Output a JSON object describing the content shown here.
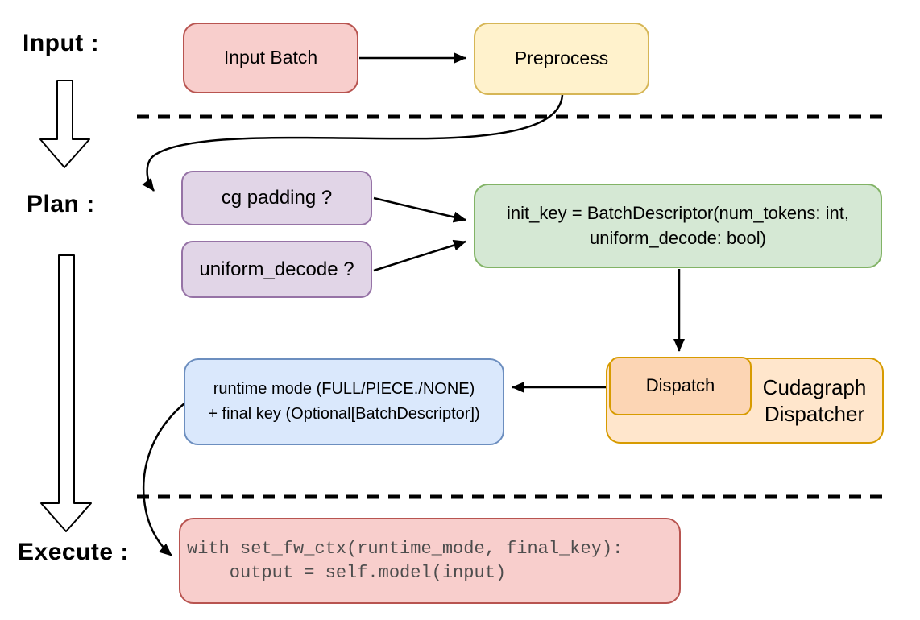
{
  "labels": {
    "input": "Input :",
    "plan": "Plan :",
    "execute": "Execute :"
  },
  "nodes": {
    "input_batch": {
      "label": "Input Batch",
      "fill": "#f8cecc",
      "border": "#b85450"
    },
    "preprocess": {
      "label": "Preprocess",
      "fill": "#fff2cc",
      "border": "#d6b656"
    },
    "cg_padding": {
      "label": "cg padding ?",
      "fill": "#e1d5e7",
      "border": "#9673a6"
    },
    "uniform_decode": {
      "label": "uniform_decode ?",
      "fill": "#e1d5e7",
      "border": "#9673a6"
    },
    "init_key": {
      "line1": "init_key = BatchDescriptor(num_tokens: int,",
      "line2": "uniform_decode: bool)",
      "fill": "#d5e8d4",
      "border": "#82b366"
    },
    "dispatch": {
      "label": "Dispatch",
      "fill": "#fcd5b4",
      "border": "#d79b00"
    },
    "cudagraph_dispatcher": {
      "line1": "Cudagraph",
      "line2": "Dispatcher",
      "fill": "#ffe6cc",
      "border": "#d79b00"
    },
    "runtime_final": {
      "line1": "runtime mode (FULL/PIECE./NONE)",
      "line2": "+ final key (Optional[BatchDescriptor])",
      "fill": "#dae8fc",
      "border": "#6c8ebf"
    },
    "execute_code": {
      "line1": "with set_fw_ctx(runtime_mode, final_key):",
      "line2": "    output = self.model(input)",
      "fill": "#f8cecc",
      "border": "#b85450"
    }
  },
  "edges": [
    {
      "from": "input_batch",
      "to": "preprocess"
    },
    {
      "from": "preprocess",
      "to": "cg_padding"
    },
    {
      "from": "cg_padding",
      "to": "init_key"
    },
    {
      "from": "uniform_decode",
      "to": "init_key"
    },
    {
      "from": "init_key",
      "to": "dispatch"
    },
    {
      "from": "dispatch",
      "to": "runtime_final"
    },
    {
      "from": "runtime_final",
      "to": "execute_code"
    }
  ]
}
